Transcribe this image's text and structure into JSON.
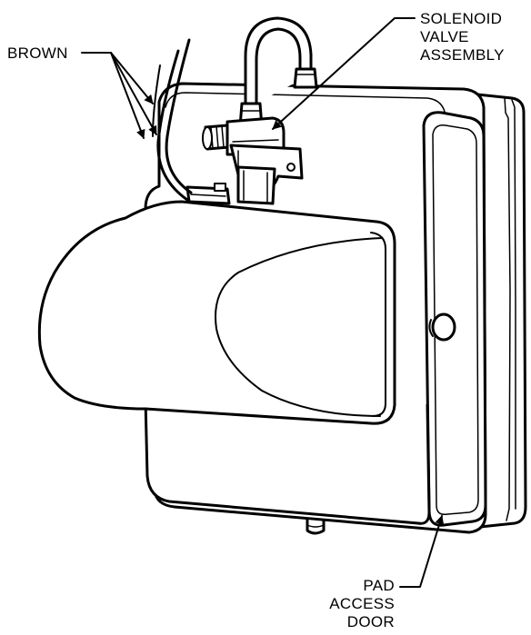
{
  "figure": {
    "kind": "humidifier-exploded-view",
    "ink_color": "#000000",
    "background_color": "#ffffff"
  },
  "labels": {
    "brown": "BROWN",
    "solenoid": [
      "SOLENOID",
      "VALVE",
      "ASSEMBLY"
    ],
    "pad_door": [
      "PAD",
      "ACCESS",
      "DOOR"
    ]
  }
}
